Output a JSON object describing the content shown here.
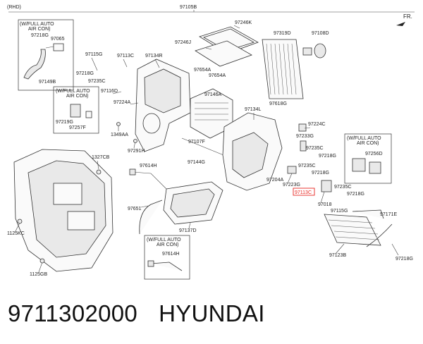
{
  "header": {
    "rhd": "(RHD)",
    "main_ref": "97105B",
    "front": "FR."
  },
  "callouts": {
    "c97246K": "97246K",
    "c97319D": "97319D",
    "c97108D": "97108D",
    "c97246J": "97246J",
    "c97654A_1": "97654A",
    "c97654A_2": "97654A",
    "c97618G": "97618G",
    "c97115G": "97115G",
    "c97113C": "97113C",
    "c97134R": "97134R",
    "c97218G_a": "97218G",
    "c97235C_a": "97235C",
    "c97116D": "97116D",
    "c97224A": "97224A",
    "c97146A": "97146A",
    "c97134L": "97134L",
    "c97224C": "97224C",
    "c1349AA": "1349AA",
    "c97291H": "97291H",
    "c97107F": "97107F",
    "c97233G": "97233G",
    "c97235C_b": "97235C",
    "c97218G_b": "97218G",
    "c1327CB": "1327CB",
    "c97144G": "97144G",
    "c97614H_a": "97614H",
    "c97235C_c": "97235C",
    "c97218G_c": "97218G",
    "c97204A": "97204A",
    "c97223G": "97223G",
    "c97113C_hl": "97113C",
    "c97235C_d": "97235C",
    "c97218G_d": "97218G",
    "c97018": "97018",
    "c97115G_b": "97115G",
    "c97171E": "97171E",
    "c97651": "97651",
    "c97137D": "97137D",
    "c1125KC": "1125KC",
    "c97123B": "97123B",
    "c97218G_e": "97218G",
    "c1125GB": "1125GB"
  },
  "insets": {
    "top_left": {
      "line1": "(W/FULL AUTO",
      "line2": "AIR CON)",
      "p1": "97218G",
      "p2": "97065",
      "p3": "97149B"
    },
    "mid_left": {
      "line1": "(W/FULL AUTO",
      "line2": "AIR CON)",
      "p1": "97219G",
      "p2": "97257F"
    },
    "right": {
      "line1": "(W/FULL AUTO",
      "line2": "AIR CON)",
      "p1": "97256D"
    },
    "bottom": {
      "line1": "(W/FULL AUTO",
      "line2": "AIR CON)",
      "p1": "97614H"
    }
  },
  "footer": {
    "part_number": "9711302000",
    "brand": "HYUNDAI"
  },
  "colors": {
    "highlight": "#e8251f",
    "ink": "#222222"
  }
}
